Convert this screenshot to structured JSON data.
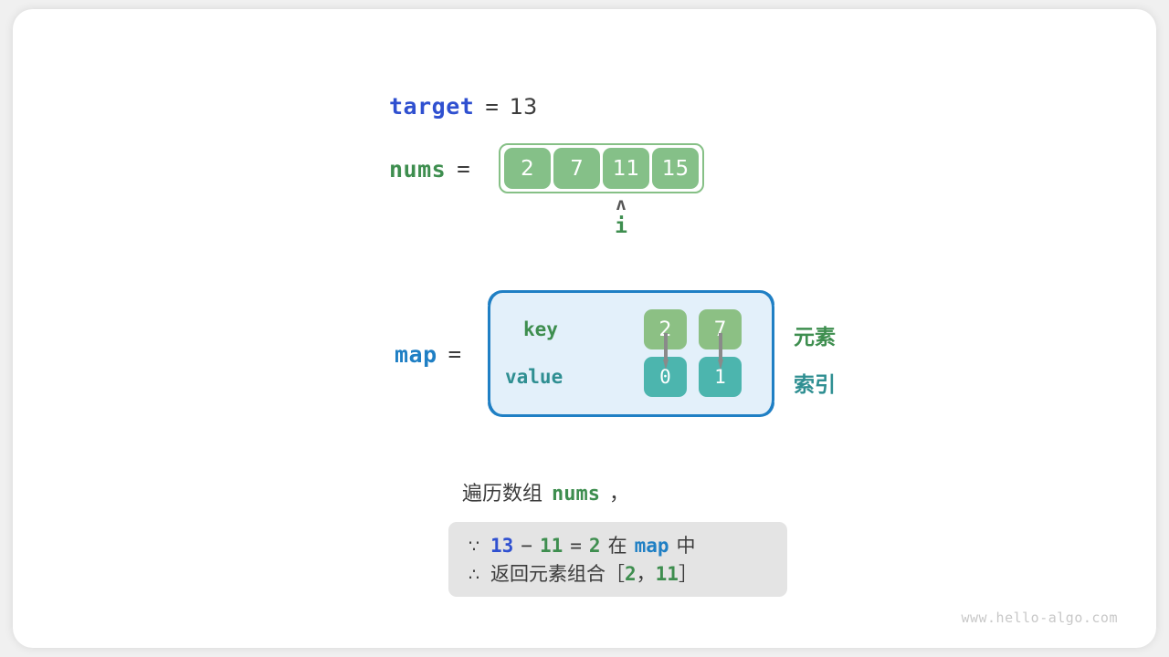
{
  "diagram": {
    "title": "two-sum-hash-map-step",
    "watermark": "www.hello-algo.com"
  },
  "target": {
    "label": "target",
    "equals": "=",
    "value": "13",
    "color": "#2f50d0"
  },
  "nums": {
    "label": "nums",
    "equals": "=",
    "color": "#3e8e4f",
    "cell_color": "#85c088",
    "values": [
      "2",
      "7",
      "11",
      "15"
    ]
  },
  "pointer": {
    "caret": "ʌ",
    "label": "i",
    "index": 2,
    "color": "#3e8e4f"
  },
  "map": {
    "label": "map",
    "equals": "=",
    "color": "#1f7fc4",
    "panel_color": "#e3f0fa",
    "row_labels": {
      "key": "key",
      "value": "value"
    },
    "entries": [
      {
        "key": "2",
        "value": "0"
      },
      {
        "key": "7",
        "value": "1"
      }
    ],
    "key_cell_color": "#8cc084",
    "value_cell_color": "#4cb5ae",
    "annotations": {
      "element": "元素",
      "index": "索引"
    }
  },
  "explanation": {
    "line": {
      "prefix": "遍历数组",
      "code": "nums",
      "suffix": "，"
    },
    "formula": {
      "line1": {
        "symbol": "∵",
        "a": "13",
        "minus": "−",
        "b": "11",
        "eq": "=",
        "c": "2",
        "mid": "在",
        "map": "map",
        "tail": "中"
      },
      "line2": {
        "symbol": "∴",
        "text": "返回元素组合",
        "open": "［",
        "x": "2",
        "comma": "，",
        "y": "11",
        "close": "］"
      }
    }
  }
}
